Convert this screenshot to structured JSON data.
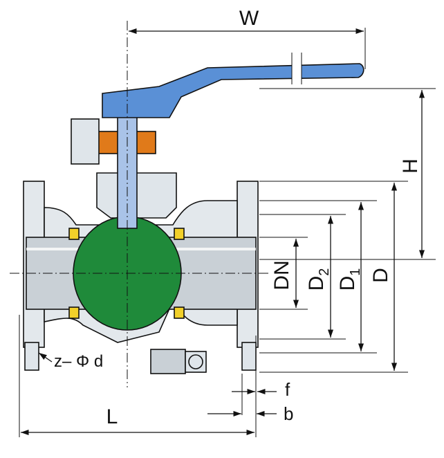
{
  "labels": {
    "W": "W",
    "H": "H",
    "DN": "DN",
    "D2": "D",
    "D2_sub": "2",
    "D1": "D",
    "D1_sub": "1",
    "D": "D",
    "L": "L",
    "f": "f",
    "b": "b",
    "bolt": "z– Φ d"
  },
  "colors": {
    "body": "#e3e8ec",
    "body_dark": "#c9d0d6",
    "ball": "#1f8a3a",
    "seat": "#f2d02a",
    "handle": "#5a90d6",
    "gland": "#e07a1a",
    "stem": "#a9c3e8"
  }
}
